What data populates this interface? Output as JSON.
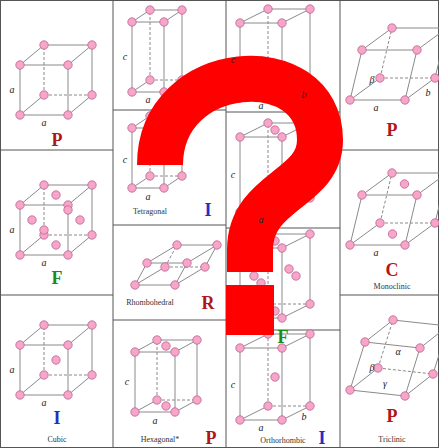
{
  "diagram": {
    "labels": [
      "a",
      "a",
      "P",
      "a",
      "a",
      "F",
      "a",
      "a",
      "I",
      "Cubic",
      "c",
      "a",
      "c",
      "a",
      "Tetragonal",
      "I",
      "Rhombohedral",
      "R",
      "c",
      "a",
      "Hexagonal*",
      "P",
      "c",
      "a",
      "b",
      "c",
      "a",
      "F",
      "c",
      "a",
      "b",
      "Orthorhombic",
      "I",
      "a",
      "b",
      "β",
      "P",
      "a",
      "C",
      "Monoclinic",
      "α",
      "β",
      "γ",
      "P",
      "Triclinic"
    ]
  }
}
